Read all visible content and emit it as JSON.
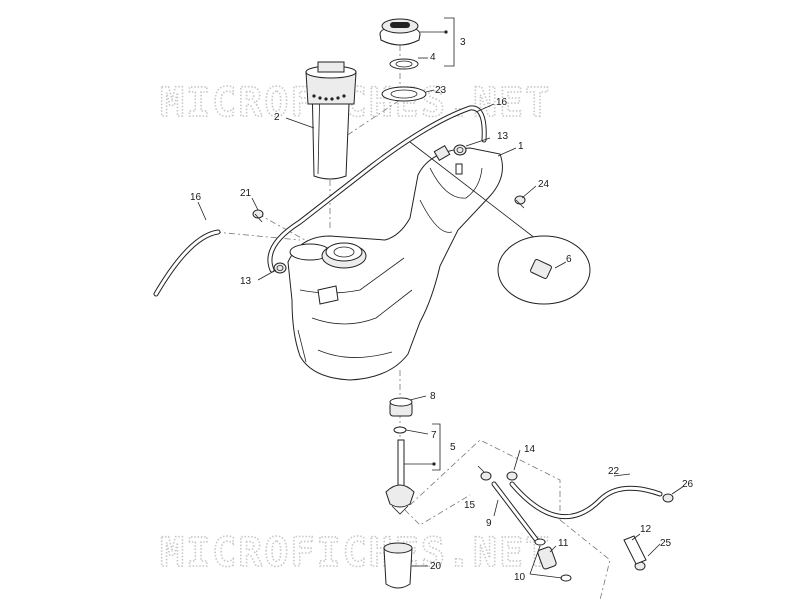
{
  "watermark": {
    "text": "MICROFICHES.NET"
  },
  "callouts": {
    "c1": "1",
    "c2": "2",
    "c3": "3",
    "c4": "4",
    "c5": "5",
    "c6": "6",
    "c7": "7",
    "c8": "8",
    "c9": "9",
    "c10": "10",
    "c11": "11",
    "c12": "12",
    "c13a": "13",
    "c13b": "13",
    "c14": "14",
    "c15": "15",
    "c16a": "16",
    "c16b": "16",
    "c20": "20",
    "c21": "21",
    "c22": "22",
    "c23": "23",
    "c24": "24",
    "c25": "25",
    "c26": "26"
  },
  "colors": {
    "line": "#222222",
    "watermark": "#c8c8c8",
    "background": "#ffffff"
  }
}
